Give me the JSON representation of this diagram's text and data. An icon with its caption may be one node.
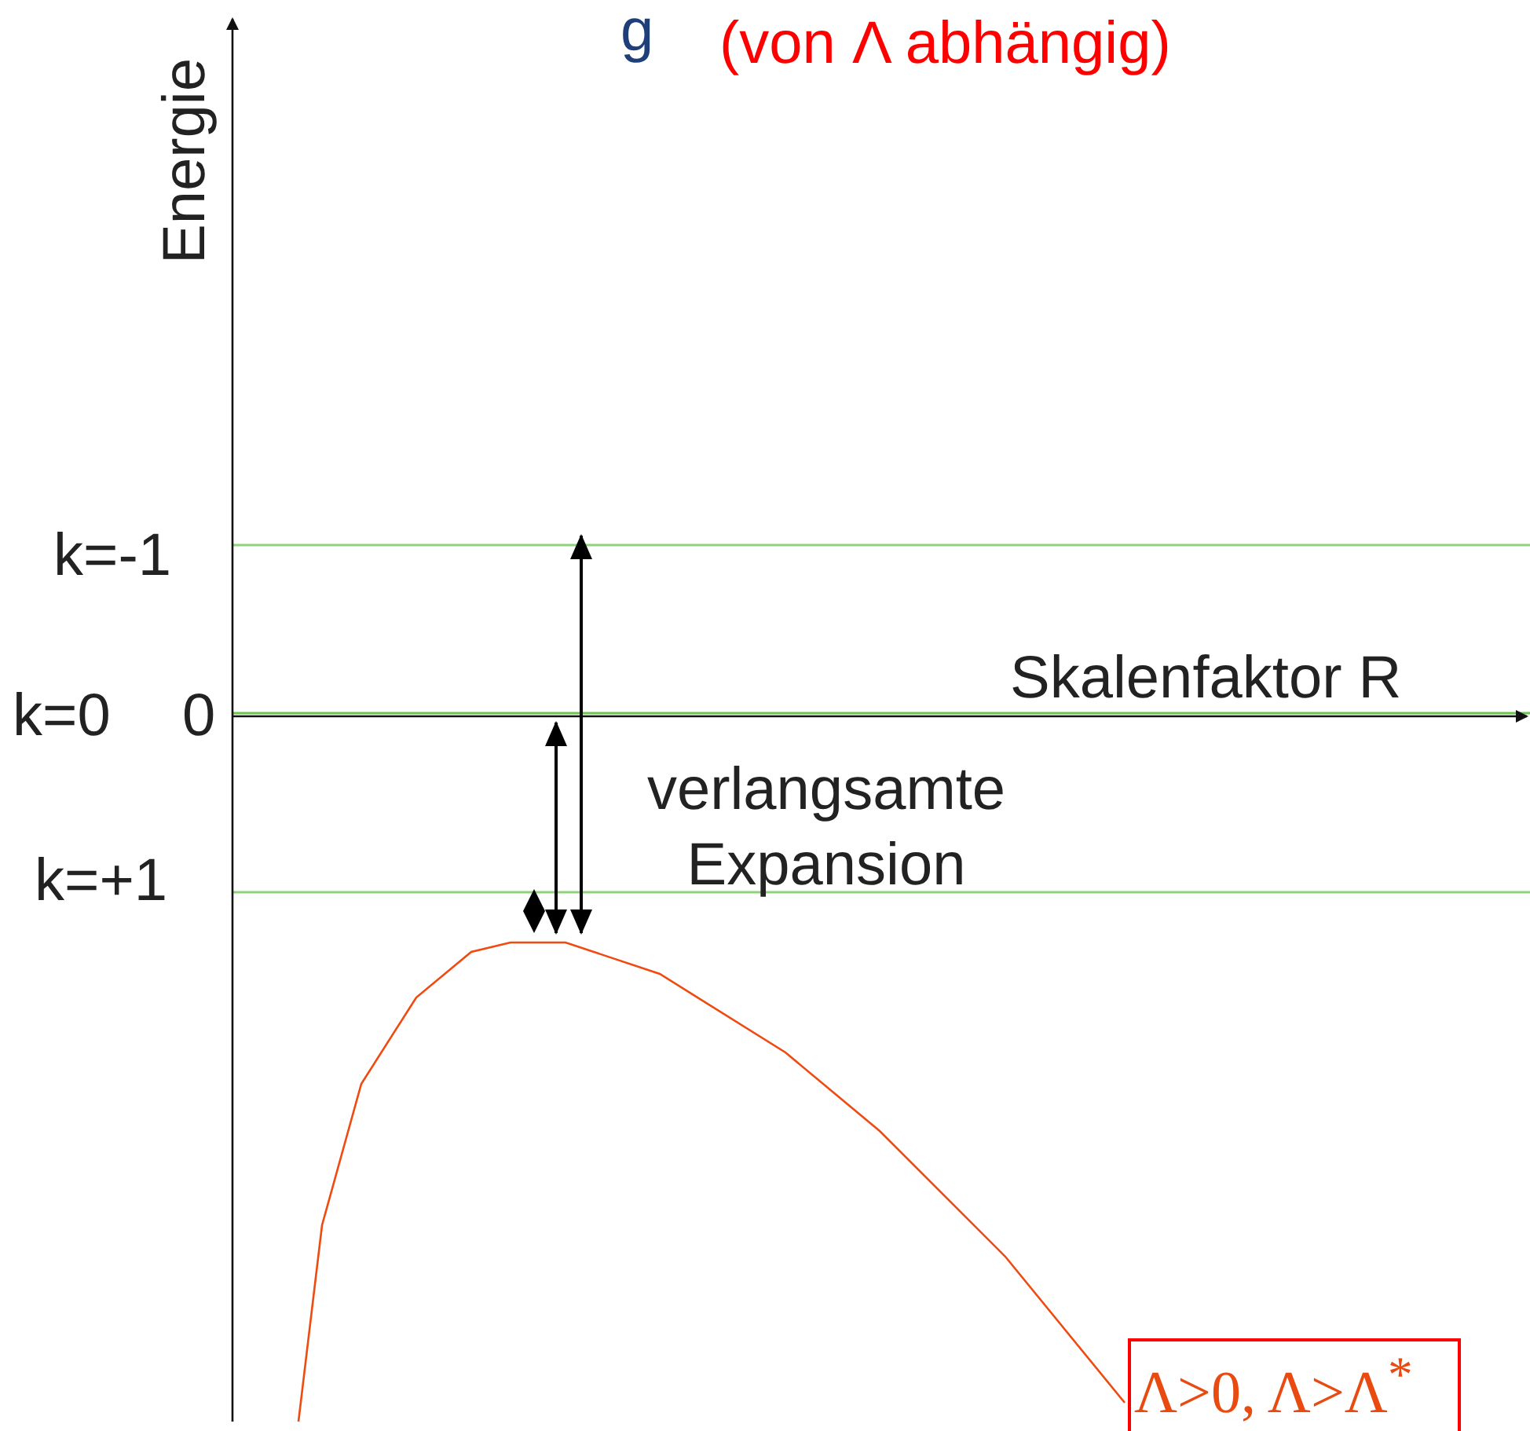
{
  "diagram": {
    "nodes": [
      {
        "text": [
          "Λ>0, Λ>Λ$^{*}$"
        ]
      }
    ],
    "edges": [],
    "labels": [
      "g",
      "(von Λ abhängig)",
      "Energie",
      "k=-1",
      "k=0",
      "0",
      "Skalenfaktor R",
      "k=+1",
      "verlangsamte Expansion"
    ]
  }
}
